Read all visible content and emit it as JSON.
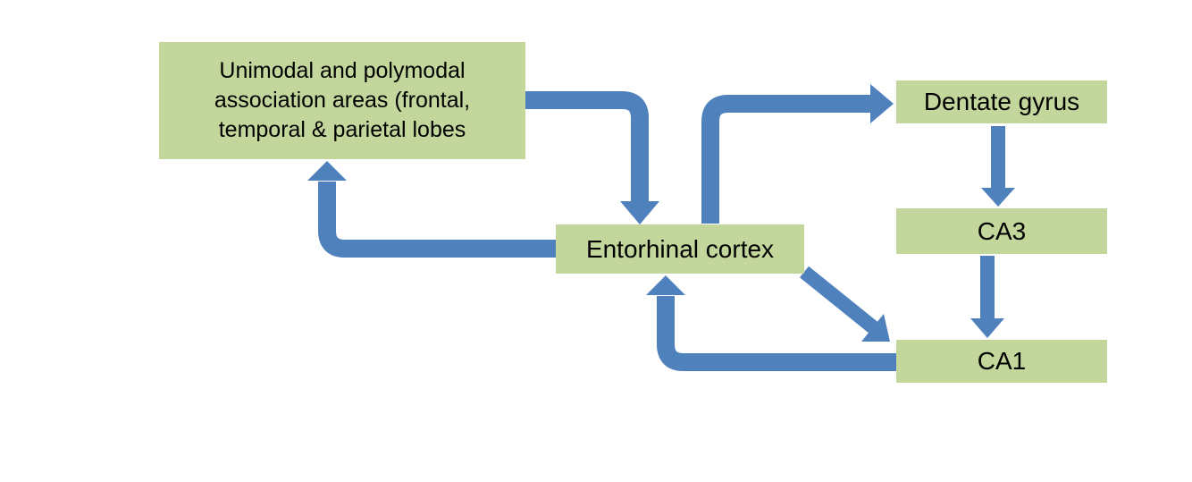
{
  "diagram": {
    "boxes": {
      "association": {
        "label": "Unimodal and polymodal association areas (frontal, temporal & parietal lobes",
        "lines": [
          "Unimodal and polymodal",
          "association areas (frontal,",
          "temporal & parietal lobes"
        ]
      },
      "entorhinal": {
        "label": "Entorhinal cortex"
      },
      "dentate": {
        "label": "Dentate gyrus"
      },
      "ca3": {
        "label": "CA3"
      },
      "ca1": {
        "label": "CA1"
      }
    },
    "connections": [
      {
        "from": "association-areas",
        "to": "entorhinal-cortex"
      },
      {
        "from": "entorhinal-cortex",
        "to": "dentate-gyrus"
      },
      {
        "from": "dentate-gyrus",
        "to": "ca3"
      },
      {
        "from": "ca3",
        "to": "ca1"
      },
      {
        "from": "entorhinal-cortex",
        "to": "ca1"
      },
      {
        "from": "ca1",
        "to": "entorhinal-cortex"
      },
      {
        "from": "entorhinal-cortex",
        "to": "association-areas"
      }
    ],
    "colors": {
      "box_fill": "#c3d69b",
      "arrow": "#4f81bd",
      "text": "#000000",
      "background": "#ffffff"
    }
  }
}
